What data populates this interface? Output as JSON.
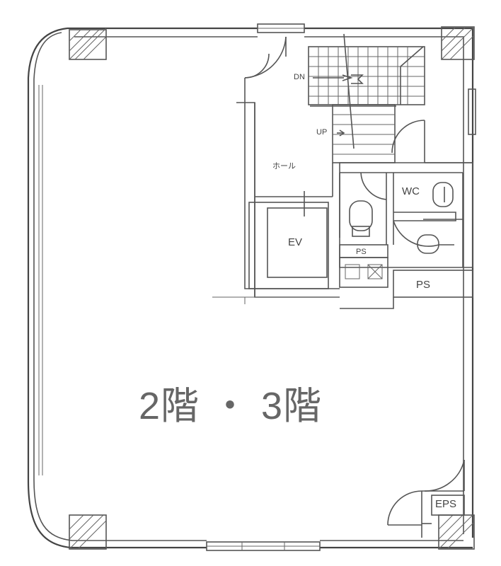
{
  "labels": {
    "floor": "2階 ・ 3階",
    "dn": "DN",
    "up": "UP",
    "hall": "ホール",
    "ev": "EV",
    "wc": "WC",
    "ps_top": "PS",
    "ps_right": "PS",
    "eps": "EPS"
  }
}
